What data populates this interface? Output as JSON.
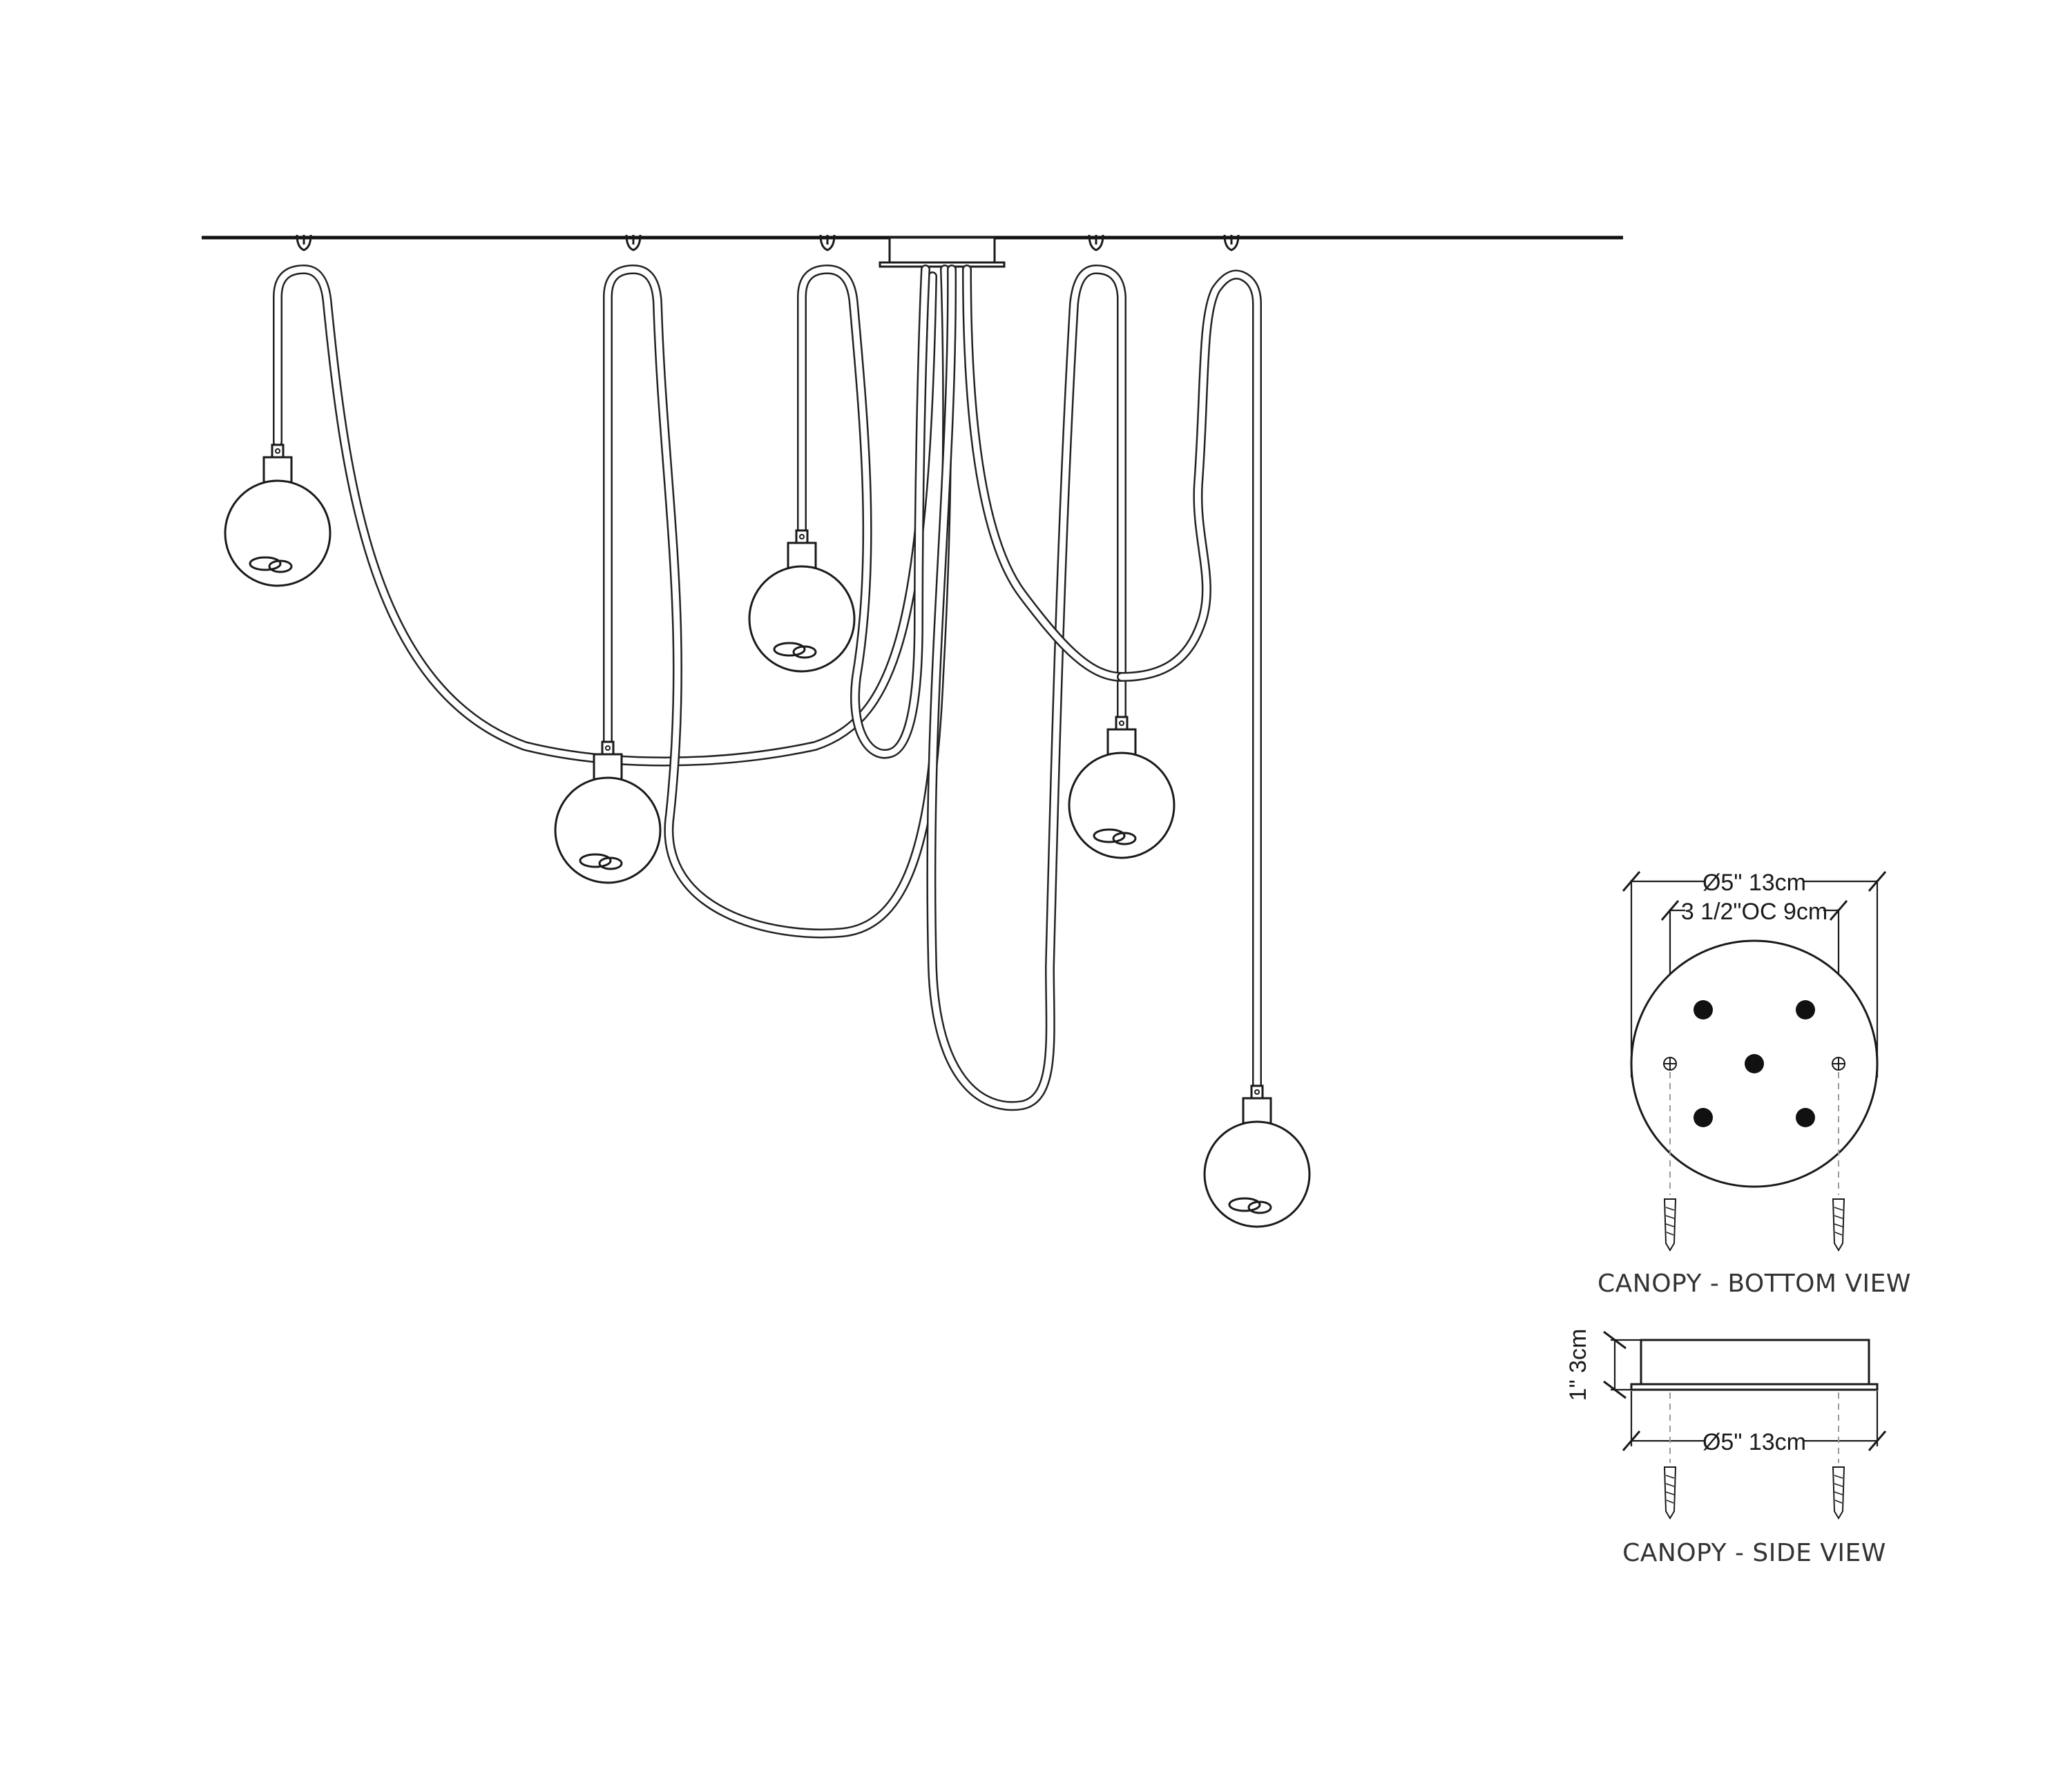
{
  "colors": {
    "line": "#1a1a1a",
    "cord": "#222222",
    "background": "#ffffff",
    "caption": "#333333"
  },
  "bottom_view": {
    "outer_diameter_label": "Ø5\" 13cm",
    "mounting_spacing_label": "3 1/2\"OC 9cm",
    "caption": "CANOPY - BOTTOM VIEW"
  },
  "side_view": {
    "height_label": "1\" 3cm",
    "diameter_label": "Ø5\" 13cm",
    "caption": "CANOPY - SIDE VIEW"
  }
}
